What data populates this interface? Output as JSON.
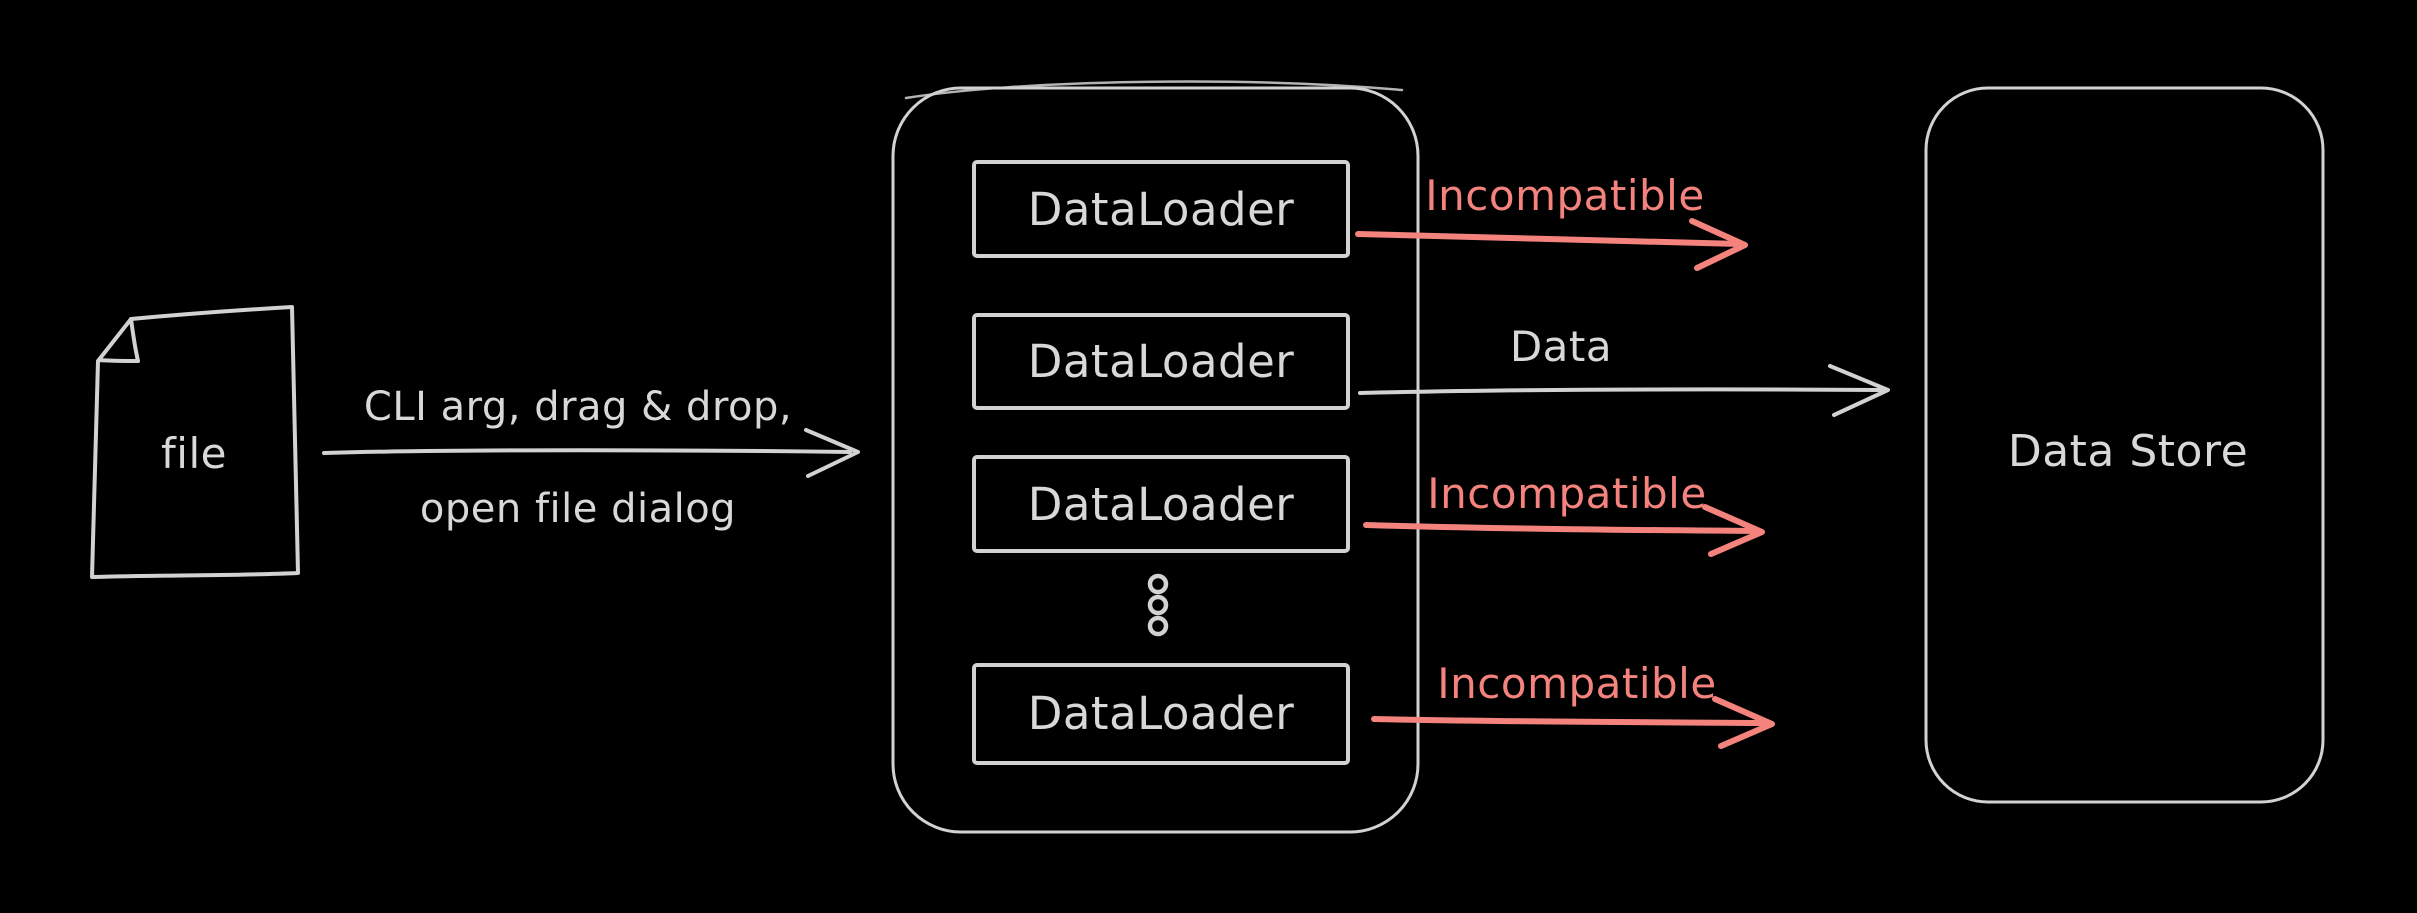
{
  "canvas": {
    "background": "#000000"
  },
  "colors": {
    "stroke": "#d2d2d2",
    "text": "#d8d8d8",
    "red": "#f4837e"
  },
  "file_node": {
    "label": "file"
  },
  "input_flow": {
    "line1": "CLI arg, drag & drop,",
    "line2": "open file dialog"
  },
  "loader_container": {
    "loaders": [
      {
        "label": "DataLoader"
      },
      {
        "label": "DataLoader"
      },
      {
        "label": "DataLoader"
      },
      {
        "label": "DataLoader"
      }
    ]
  },
  "flows": [
    {
      "label": "Incompatible",
      "status": "incompatible"
    },
    {
      "label": "Data",
      "status": "ok"
    },
    {
      "label": "Incompatible",
      "status": "incompatible"
    },
    {
      "label": "Incompatible",
      "status": "incompatible"
    }
  ],
  "data_store": {
    "label": "Data Store"
  }
}
